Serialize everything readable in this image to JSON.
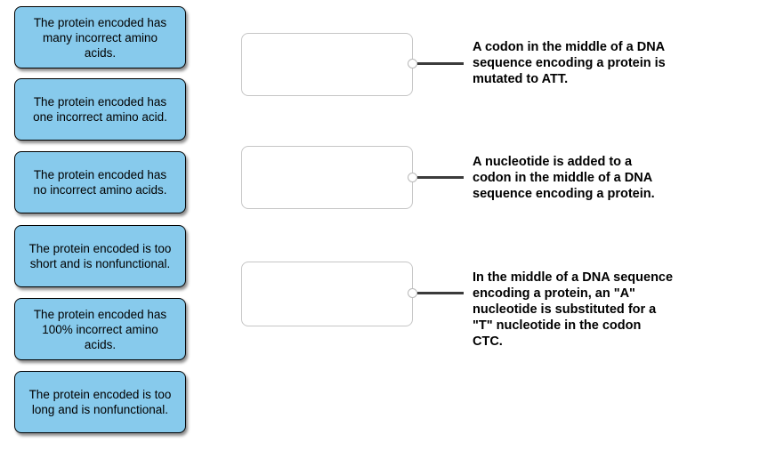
{
  "colors": {
    "tile_fill": "#87CAEC",
    "tile_border": "#000000",
    "dropzone_border": "#C6C6C6",
    "connector": "#3B3B3B",
    "text": "#000000",
    "background": "#FFFFFF"
  },
  "tiles": [
    {
      "label": "The protein encoded has\nmany incorrect amino\nacids."
    },
    {
      "label": "The protein encoded has\none incorrect amino acid."
    },
    {
      "label": "The protein encoded has\nno incorrect amino acids."
    },
    {
      "label": "The protein encoded is too\nshort and is nonfunctional."
    },
    {
      "label": "The protein encoded has\n100% incorrect amino\nacids."
    },
    {
      "label": "The protein encoded is too\nlong and is nonfunctional."
    }
  ],
  "targets": [
    {
      "prompt": "A codon in the middle of a DNA\nsequence encoding a protein is\nmutated to ATT.",
      "dropzone_value": ""
    },
    {
      "prompt": "A nucleotide is added to a\ncodon in the middle of a DNA\nsequence encoding a protein.",
      "dropzone_value": ""
    },
    {
      "prompt": "In the middle of a DNA sequence\nencoding a protein, an \"A\"\nnucleotide is substituted for a\n\"T\" nucleotide in the codon\nCTC.",
      "dropzone_value": ""
    }
  ]
}
